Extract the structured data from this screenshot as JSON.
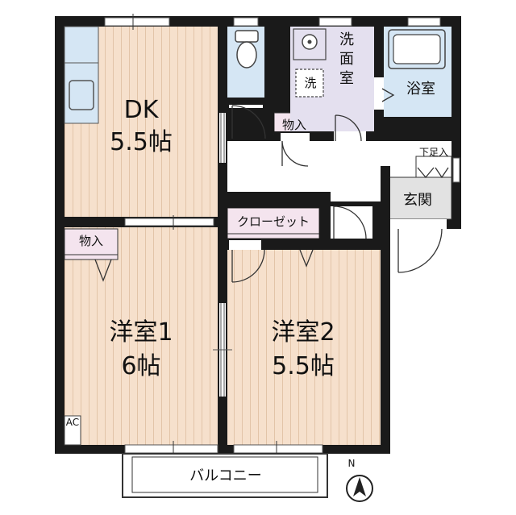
{
  "rooms": {
    "dk": {
      "name": "DK",
      "size": "5.5帖"
    },
    "western1": {
      "name": "洋室1",
      "size": "6帖"
    },
    "western2": {
      "name": "洋室2",
      "size": "5.5帖"
    },
    "washroom": "洗面室",
    "bathroom": "浴室",
    "storage_top": "物入",
    "storage_left": "物入",
    "closet": "クローゼット",
    "entrance": "玄関",
    "shoe_box": "下足入",
    "balcony": "バルコニー",
    "washer": "洗",
    "ac": "AC"
  },
  "compass": {
    "north": "N"
  },
  "colors": {
    "floor_wood": "#f6e0cc",
    "wood_stripe": "#e2c4a8",
    "wet_area": "#d5e6f4",
    "washroom": "#e4e0ef",
    "storage": "#f4e4ee",
    "entrance": "#e2e2e2",
    "wall": "#1a1a1a"
  }
}
